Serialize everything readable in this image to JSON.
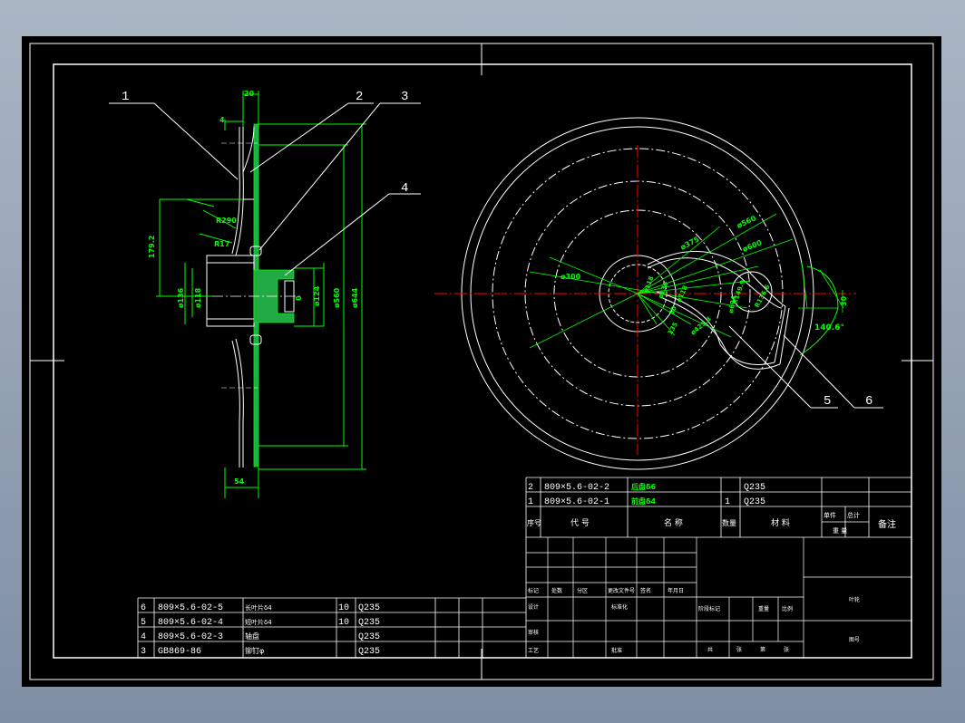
{
  "balloons": [
    "1",
    "2",
    "3",
    "4",
    "5",
    "6"
  ],
  "section_dims": {
    "top_width": "20",
    "plate_thk": "4",
    "bottom_width": "54",
    "r_large": "R290",
    "r_small": "R17",
    "height": "179.2",
    "d_hub_outer": "ø136",
    "d_hub_inner": "ø118",
    "d_bore": "ø124",
    "d_shaft": "0",
    "d_mid": "ø560",
    "d_outer": "ø644"
  },
  "plan_dims": {
    "d300": "ø300",
    "d375": "ø375",
    "d560": "ø560",
    "d600": "ø600",
    "d118": "ø118",
    "d136": "ø136",
    "d425": "ø425.4",
    "r1499": "R149.9",
    "r1366": "R136.6",
    "d604": "ø604",
    "r135": "135",
    "d50": "50",
    "angle": "140.6°",
    "gap": "30"
  },
  "upper_table": {
    "rows": [
      {
        "no": "2",
        "code": "809×5.6-02-2",
        "name": "后盘δ6",
        "qty": "",
        "mat": "Q235"
      },
      {
        "no": "1",
        "code": "809×5.6-02-1",
        "name": "前盘δ4",
        "qty": "1",
        "mat": "Q235"
      }
    ],
    "header": {
      "no": "序号",
      "code": "代 号",
      "name": "名 称",
      "qty": "数量",
      "mat": "材 料",
      "w1": "单件",
      "w2": "总计",
      "weight": "重 量",
      "remark": "备注"
    }
  },
  "lower_table": {
    "rows": [
      {
        "no": "6",
        "code": "809×5.6-02-5",
        "name": "长叶片δ4",
        "qty": "10",
        "mat": "Q235"
      },
      {
        "no": "5",
        "code": "809×5.6-02-4",
        "name": "短叶片δ4",
        "qty": "10",
        "mat": "Q235"
      },
      {
        "no": "4",
        "code": "809×5.6-02-3",
        "name": "轴盘",
        "qty": "",
        "mat": "Q235"
      },
      {
        "no": "3",
        "code": "GB869-86",
        "name": "铆钉φ",
        "qty": "",
        "mat": "Q235"
      }
    ]
  },
  "title_block": {
    "c1": "标记",
    "c2": "处数",
    "c3": "分区",
    "c4": "更改文件号",
    "c5": "签名",
    "c6": "年月日",
    "d1": "设计",
    "d2": "标准化",
    "e1": "审核",
    "e2": "工艺",
    "e3": "批准",
    "f1": "阶段标记",
    "f2": "重量",
    "f3": "比例",
    "g1": "共",
    "g2": "张",
    "g3": "第",
    "g4": "张",
    "t1": "叶轮",
    "t2": "图号"
  }
}
